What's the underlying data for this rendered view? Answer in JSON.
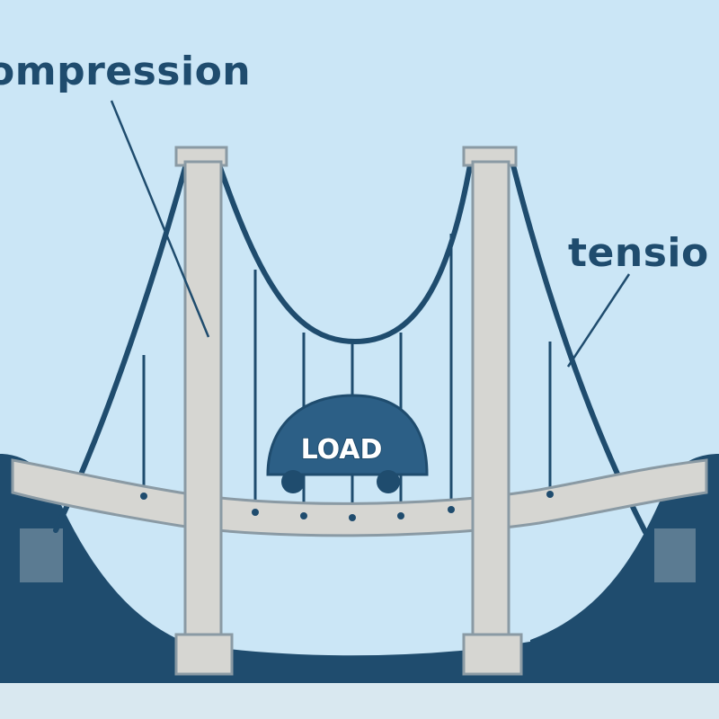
{
  "labels": {
    "compression": "ompression",
    "tension": "tensio",
    "load": "LOAD"
  },
  "colors": {
    "sky": "#cbe6f6",
    "ground": "#1f4c6e",
    "cable": "#1f4c6e",
    "concrete": "#d6d6d2",
    "concrete_edge": "#8a9aa4",
    "car_body": "#2c5f86",
    "label_text": "#1f4c6e"
  }
}
